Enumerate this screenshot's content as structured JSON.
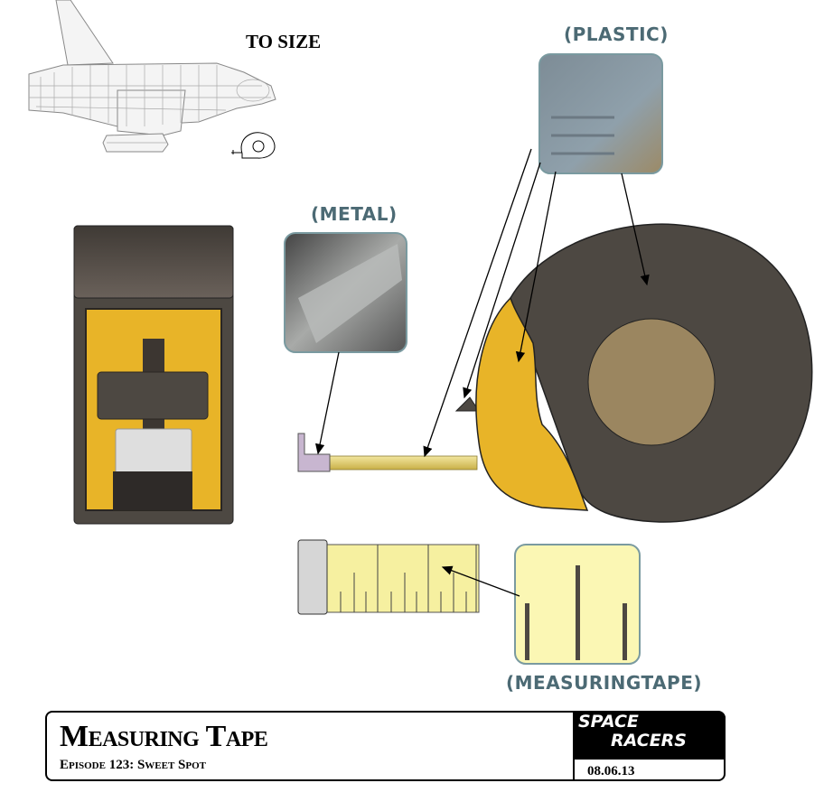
{
  "header": {
    "to_size_label": "TO SIZE"
  },
  "callouts": {
    "metal": "(METAL)",
    "plastic": "(PLASTIC)",
    "measuring_tape": "(MEASURINGTAPE)"
  },
  "title_block": {
    "title": "Measuring Tape",
    "subtitle": "Episode 123: Sweet Spot",
    "logo_line1": "SPACE",
    "logo_line2": "RACERS",
    "date": "08.06.13"
  },
  "colors": {
    "shell": "#4d4842",
    "yellow": "#e8b428",
    "hub": "#9b8660",
    "label": "#4c6a74",
    "tape": "#f6f0a0"
  }
}
